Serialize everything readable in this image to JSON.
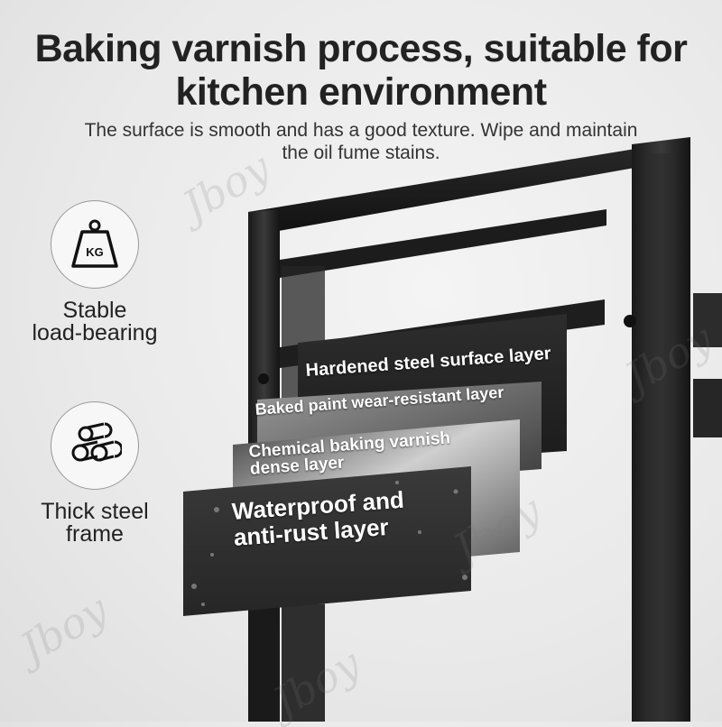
{
  "header": {
    "title_line1": "Baking varnish process, suitable for",
    "title_line2": "kitchen environment",
    "subtitle_line1": "The surface is smooth and has a good texture. Wipe and maintain",
    "subtitle_line2": "the oil fume stains."
  },
  "features": [
    {
      "icon": "weight-kg-icon",
      "icon_text": "KG",
      "label_line1": "Stable",
      "label_line2": "load-bearing"
    },
    {
      "icon": "steel-pipes-icon",
      "label_line1": "Thick steel",
      "label_line2": "frame"
    }
  ],
  "layers": [
    {
      "line1": "Hardened steel surface layer"
    },
    {
      "line1": "Baked paint wear-resistant layer"
    },
    {
      "line1": "Chemical baking varnish",
      "line2": "dense layer"
    },
    {
      "line1": "Waterproof and",
      "line2": "anti-rust layer"
    }
  ],
  "watermark": "Jboy"
}
